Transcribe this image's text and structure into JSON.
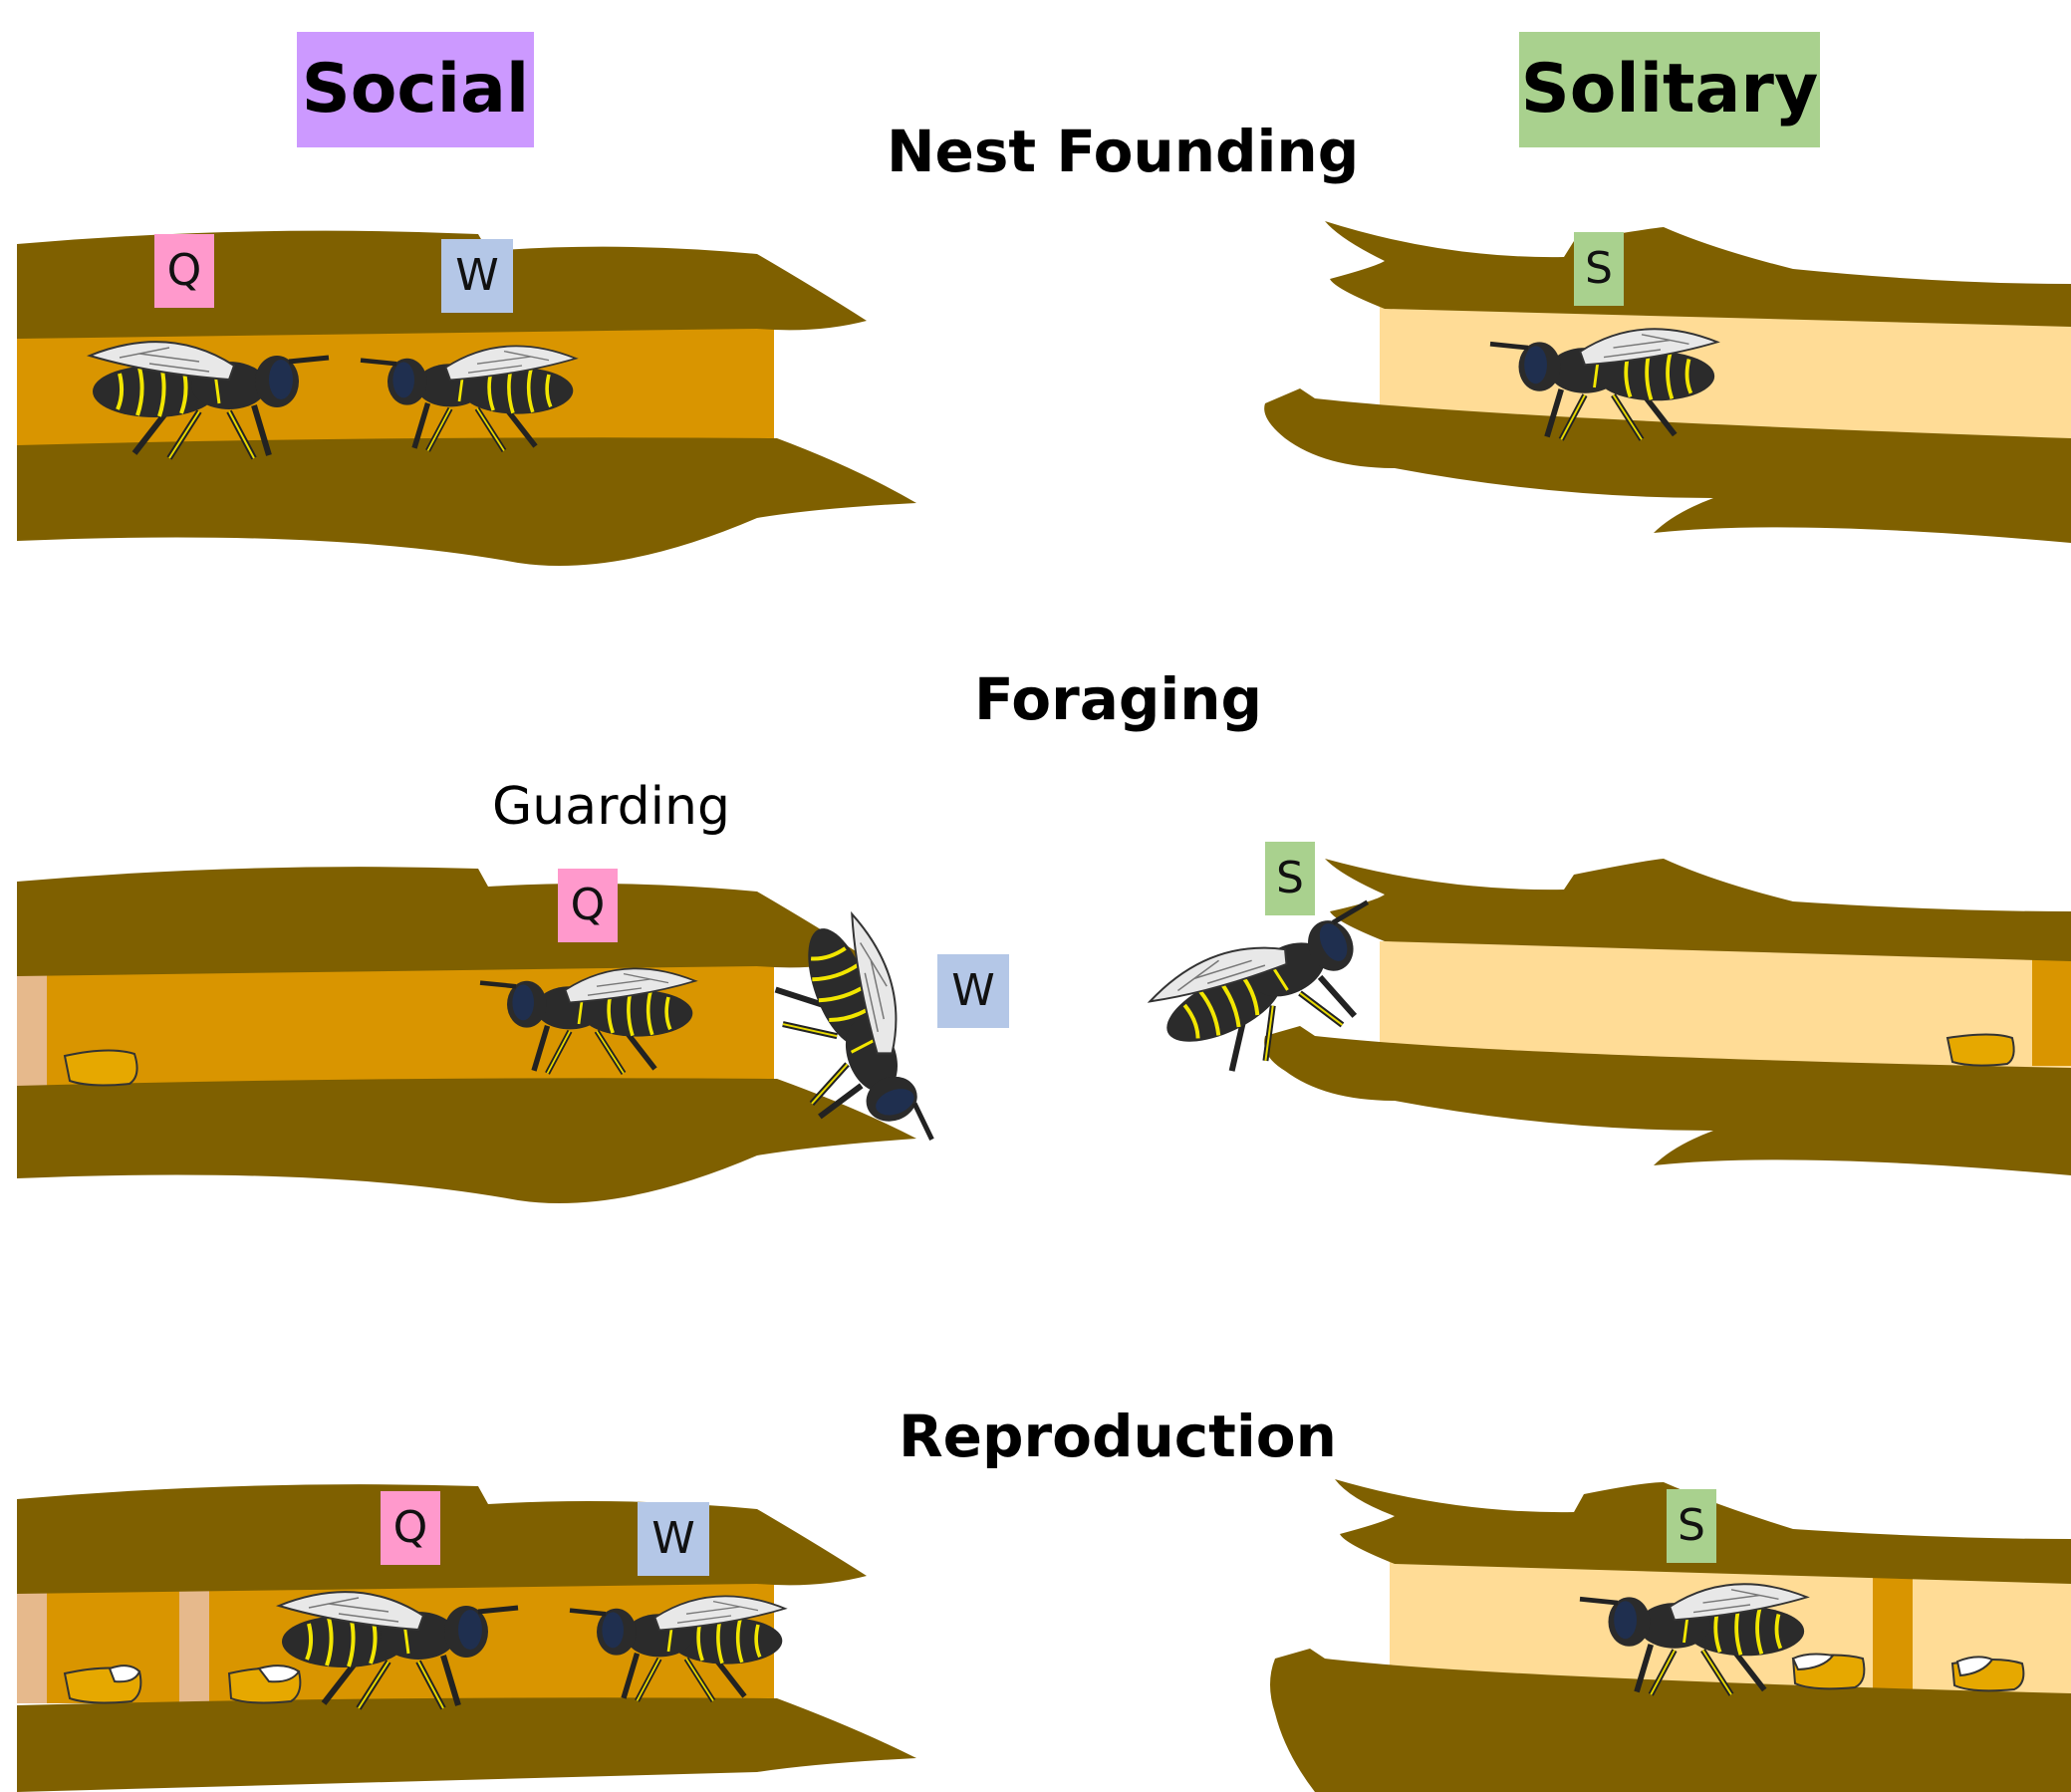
{
  "columns": {
    "social": {
      "title": "Social",
      "color": "#cc99ff"
    },
    "solitary": {
      "title": "Solitary",
      "color": "#a9d18e"
    }
  },
  "stages": {
    "nest_founding": "Nest Founding",
    "foraging": "Foraging",
    "reproduction": "Reproduction"
  },
  "annotations": {
    "guarding": "Guarding"
  },
  "tags": {
    "queen": {
      "label": "Q",
      "color": "#ff99cc"
    },
    "worker": {
      "label": "W",
      "color": "#b4c7e7"
    },
    "solitary": {
      "label": "S",
      "color": "#a9d18e"
    }
  },
  "colors": {
    "stem": "#7f6000",
    "social_nest": "#d99500",
    "solitary_nest": "#ffdc96",
    "partition": "#e6b98c",
    "pollen": "#e6a800",
    "larva": "#ffffff",
    "wasp_body": "#2b2b2b",
    "wasp_stripe": "#f2e600",
    "wasp_eye": "#1f2f4f",
    "wing": "#e8e8e8"
  }
}
